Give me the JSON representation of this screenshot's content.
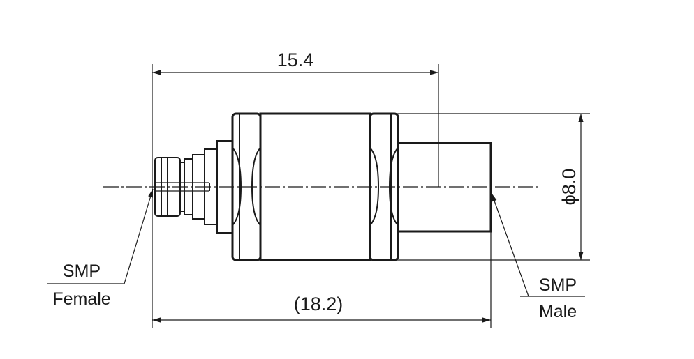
{
  "dimensions": {
    "length_upper": "15.4",
    "length_lower": "(18.2)",
    "diameter": "ϕ8.0"
  },
  "labels": {
    "left_connector": {
      "line1": "SMP",
      "line2": "Female"
    },
    "right_connector": {
      "line1": "SMP",
      "line2": "Male"
    }
  }
}
